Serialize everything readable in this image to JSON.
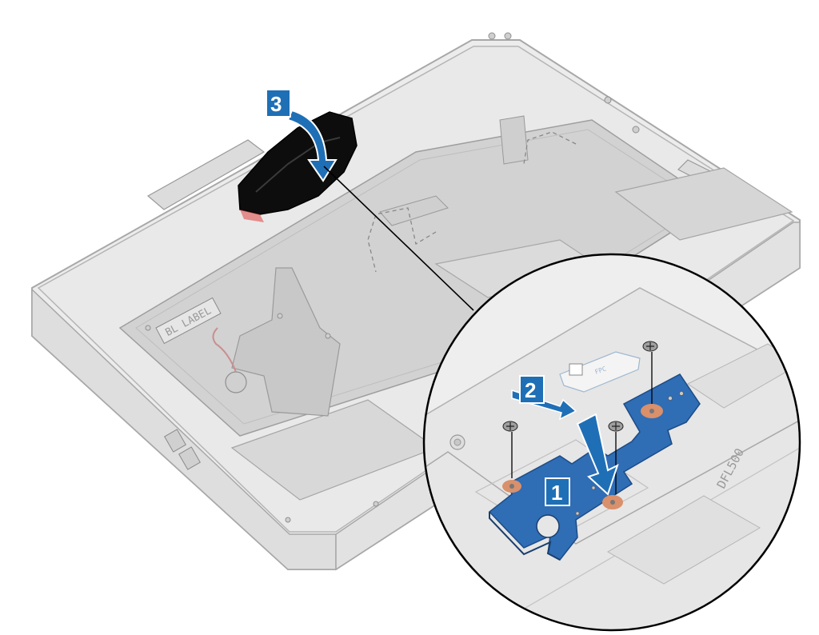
{
  "figure": {
    "steps": [
      {
        "number": "1",
        "meaning": "slide board"
      },
      {
        "number": "2",
        "meaning": "remove screws"
      },
      {
        "number": "3",
        "meaning": "peel tape"
      }
    ],
    "chassis_label": "BL LABEL",
    "zoom_label": "DFL500",
    "board_strip_text": "FPC",
    "colors": {
      "callout_blue": "#1f6fb6",
      "board_blue": "#2f6db5",
      "tape_black": "#0d0d0d",
      "copper": "#d9906b",
      "chassis_gray": "#e4e4e4",
      "outline_gray": "#a8a8a8"
    }
  }
}
